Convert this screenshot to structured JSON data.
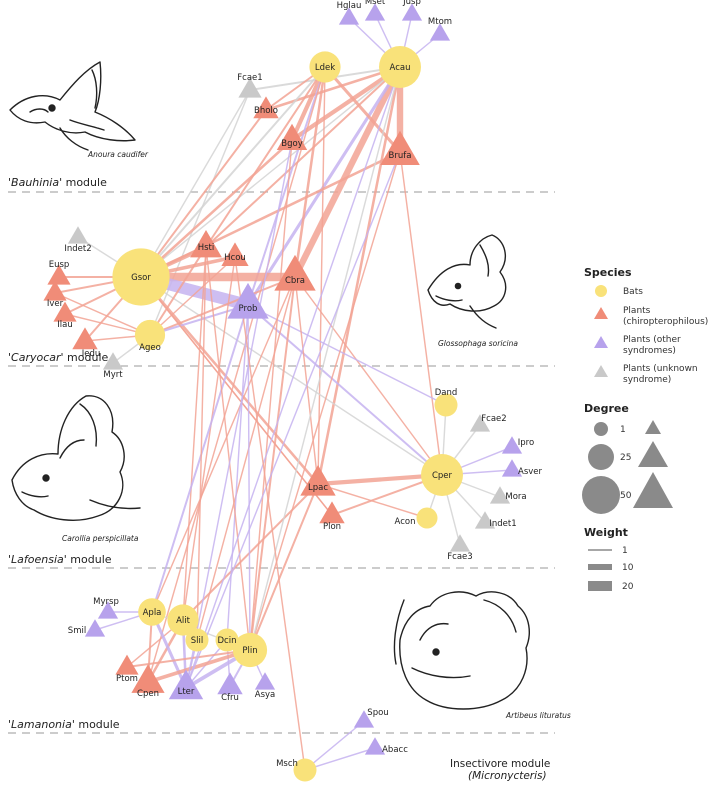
{
  "colors": {
    "bat": "#f9e27a",
    "chiro": "#f08c78",
    "other": "#b7a2ec",
    "unknown": "#c9c9c9",
    "edge_chiro": "#f2a394",
    "edge_other": "#c5b3f0",
    "edge_unknown": "#d3d3d3",
    "divider": "#9a9a9a",
    "legend_gray": "#8a8a8a"
  },
  "modules": [
    {
      "label_prefix": "'",
      "label_italic": "Bauhinia",
      "label_suffix": "' module"
    },
    {
      "label_prefix": "'",
      "label_italic": "Caryocar",
      "label_suffix": "' module"
    },
    {
      "label_prefix": "'",
      "label_italic": "Lafoensia",
      "label_suffix": "' module"
    },
    {
      "label_prefix": "'",
      "label_italic": "Lamanonia",
      "label_suffix": "' module"
    }
  ],
  "insectivore": {
    "line1": "Insectivore module",
    "line2": "(Micronycteris)"
  },
  "bat_captions": [
    "Anoura caudifer",
    "Glossophaga soricina",
    "Carollia perspicillata",
    "Artibeus lituratus"
  ],
  "legend": {
    "species_title": "Species",
    "species_items": [
      {
        "kind": "bat",
        "label": "Bats"
      },
      {
        "kind": "chiro",
        "label": "Plants",
        "label2": "(chiropterophilous)"
      },
      {
        "kind": "other",
        "label": "Plants (other",
        "label2": "syndromes)"
      },
      {
        "kind": "unknown",
        "label": "Plants (unknown",
        "label2": "syndrome)"
      }
    ],
    "degree_title": "Degree",
    "degree_items": [
      "1",
      "25",
      "50"
    ],
    "weight_title": "Weight",
    "weight_items": [
      "1",
      "10",
      "20"
    ]
  },
  "nodes": [
    {
      "id": "Ldek",
      "type": "bat",
      "deg": 9
    },
    {
      "id": "Acau",
      "type": "bat",
      "deg": 22
    },
    {
      "id": "Hglau",
      "type": "other",
      "deg": 1
    },
    {
      "id": "Mset",
      "type": "other",
      "deg": 1
    },
    {
      "id": "Jusp",
      "type": "other",
      "deg": 1
    },
    {
      "id": "Mtom",
      "type": "other",
      "deg": 1
    },
    {
      "id": "Fcae1",
      "type": "unknown",
      "deg": 2
    },
    {
      "id": "Bholo",
      "type": "chiro",
      "deg": 3
    },
    {
      "id": "Bgoy",
      "type": "chiro",
      "deg": 6
    },
    {
      "id": "Brufa",
      "type": "chiro",
      "deg": 14
    },
    {
      "id": "Indet2",
      "type": "unknown",
      "deg": 1
    },
    {
      "id": "Gsor",
      "type": "bat",
      "deg": 50
    },
    {
      "id": "Hsti",
      "type": "chiro",
      "deg": 7
    },
    {
      "id": "Hcou",
      "type": "chiro",
      "deg": 4
    },
    {
      "id": "Cbra",
      "type": "chiro",
      "deg": 16
    },
    {
      "id": "Eusp",
      "type": "chiro",
      "deg": 2
    },
    {
      "id": "Prob",
      "type": "other",
      "deg": 16
    },
    {
      "id": "Iver",
      "type": "chiro",
      "deg": 2
    },
    {
      "id": "Ilau",
      "type": "chiro",
      "deg": 2
    },
    {
      "id": "Iedu",
      "type": "chiro",
      "deg": 3
    },
    {
      "id": "Ageo",
      "type": "bat",
      "deg": 8
    },
    {
      "id": "Myrt",
      "type": "unknown",
      "deg": 1
    },
    {
      "id": "Dand",
      "type": "bat",
      "deg": 3
    },
    {
      "id": "Fcae2",
      "type": "unknown",
      "deg": 1
    },
    {
      "id": "Ipro",
      "type": "other",
      "deg": 1
    },
    {
      "id": "Cper",
      "type": "bat",
      "deg": 22
    },
    {
      "id": "Asver",
      "type": "other",
      "deg": 1
    },
    {
      "id": "Lpac",
      "type": "chiro",
      "deg": 10
    },
    {
      "id": "Mora",
      "type": "unknown",
      "deg": 1
    },
    {
      "id": "Plon",
      "type": "chiro",
      "deg": 3
    },
    {
      "id": "Acon",
      "type": "bat",
      "deg": 2
    },
    {
      "id": "Indet1",
      "type": "unknown",
      "deg": 1
    },
    {
      "id": "Fcae3",
      "type": "unknown",
      "deg": 1
    },
    {
      "id": "Myrsp",
      "type": "other",
      "deg": 1
    },
    {
      "id": "Apla",
      "type": "bat",
      "deg": 6
    },
    {
      "id": "Alit",
      "type": "bat",
      "deg": 9
    },
    {
      "id": "Smil",
      "type": "other",
      "deg": 1
    },
    {
      "id": "Slil",
      "type": "bat",
      "deg": 3
    },
    {
      "id": "Dcin",
      "type": "bat",
      "deg": 3
    },
    {
      "id": "Plin",
      "type": "bat",
      "deg": 12
    },
    {
      "id": "Ptom",
      "type": "chiro",
      "deg": 2
    },
    {
      "id": "Cpen",
      "type": "chiro",
      "deg": 8
    },
    {
      "id": "Lter",
      "type": "other",
      "deg": 9
    },
    {
      "id": "Cfru",
      "type": "other",
      "deg": 3
    },
    {
      "id": "Asya",
      "type": "other",
      "deg": 1
    },
    {
      "id": "Spou",
      "type": "other",
      "deg": 1
    },
    {
      "id": "Msch",
      "type": "bat",
      "deg": 3
    },
    {
      "id": "Abacc",
      "type": "other",
      "deg": 1
    }
  ],
  "edges": [
    {
      "s": "Acau",
      "t": "Hglau",
      "w": 1
    },
    {
      "s": "Acau",
      "t": "Mset",
      "w": 1
    },
    {
      "s": "Acau",
      "t": "Jusp",
      "w": 1
    },
    {
      "s": "Acau",
      "t": "Mtom",
      "w": 1
    },
    {
      "s": "Acau",
      "t": "Brufa",
      "w": 10
    },
    {
      "s": "Acau",
      "t": "Bgoy",
      "w": 6
    },
    {
      "s": "Acau",
      "t": "Bholo",
      "w": 3
    },
    {
      "s": "Acau",
      "t": "Fcae1",
      "w": 2
    },
    {
      "s": "Acau",
      "t": "Cbra",
      "w": 10
    },
    {
      "s": "Acau",
      "t": "Prob",
      "w": 4
    },
    {
      "s": "Acau",
      "t": "Lpac",
      "w": 3
    },
    {
      "s": "Acau",
      "t": "Hsti",
      "w": 2
    },
    {
      "s": "Acau",
      "t": "Gsor",
      "w": 1
    },
    {
      "s": "Ldek",
      "t": "Bgoy",
      "w": 6
    },
    {
      "s": "Ldek",
      "t": "Bholo",
      "w": 2
    },
    {
      "s": "Ldek",
      "t": "Brufa",
      "w": 4
    },
    {
      "s": "Ldek",
      "t": "Cbra",
      "w": 3
    },
    {
      "s": "Ldek",
      "t": "Hsti",
      "w": 2
    },
    {
      "s": "Ldek",
      "t": "Prob",
      "w": 2
    },
    {
      "s": "Ldek",
      "t": "Gsor",
      "w": 2
    },
    {
      "s": "Ldek",
      "t": "Lpac",
      "w": 1
    },
    {
      "s": "Ldek",
      "t": "Cpen",
      "w": 1
    },
    {
      "s": "Fcae1",
      "t": "Gsor",
      "w": 1
    },
    {
      "s": "Fcae1",
      "t": "Ageo",
      "w": 1
    },
    {
      "s": "Gsor",
      "t": "Bholo",
      "w": 2
    },
    {
      "s": "Gsor",
      "t": "Bgoy",
      "w": 3
    },
    {
      "s": "Gsor",
      "t": "Brufa",
      "w": 3
    },
    {
      "s": "Gsor",
      "t": "Indet2",
      "w": 1
    },
    {
      "s": "Gsor",
      "t": "Eusp",
      "w": 2
    },
    {
      "s": "Gsor",
      "t": "Iver",
      "w": 2
    },
    {
      "s": "Gsor",
      "t": "Ilau",
      "w": 2
    },
    {
      "s": "Gsor",
      "t": "Iedu",
      "w": 2
    },
    {
      "s": "Gsor",
      "t": "Hsti",
      "w": 6
    },
    {
      "s": "Gsor",
      "t": "Hcou",
      "w": 5
    },
    {
      "s": "Gsor",
      "t": "Cbra",
      "w": 14
    },
    {
      "s": "Gsor",
      "t": "Prob",
      "w": 20
    },
    {
      "s": "Gsor",
      "t": "Lpac",
      "w": 3
    },
    {
      "s": "Gsor",
      "t": "Plon",
      "w": 1
    },
    {
      "s": "Gsor",
      "t": "Cper",
      "w": 1
    },
    {
      "s": "Ageo",
      "t": "Iver",
      "w": 1
    },
    {
      "s": "Ageo",
      "t": "Ilau",
      "w": 1
    },
    {
      "s": "Ageo",
      "t": "Iedu",
      "w": 1
    },
    {
      "s": "Ageo",
      "t": "Myrt",
      "w": 1
    },
    {
      "s": "Ageo",
      "t": "Hsti",
      "w": 2
    },
    {
      "s": "Ageo",
      "t": "Cbra",
      "w": 2
    },
    {
      "s": "Ageo",
      "t": "Prob",
      "w": 2
    },
    {
      "s": "Ageo",
      "t": "Hcou",
      "w": 1
    },
    {
      "s": "Cper",
      "t": "Dand",
      "w": 1
    },
    {
      "s": "Cper",
      "t": "Fcae2",
      "w": 1
    },
    {
      "s": "Cper",
      "t": "Ipro",
      "w": 1
    },
    {
      "s": "Cper",
      "t": "Asver",
      "w": 1
    },
    {
      "s": "Cper",
      "t": "Mora",
      "w": 1
    },
    {
      "s": "Cper",
      "t": "Indet1",
      "w": 1
    },
    {
      "s": "Cper",
      "t": "Fcae3",
      "w": 1
    },
    {
      "s": "Cper",
      "t": "Acon",
      "w": 1
    },
    {
      "s": "Cper",
      "t": "Lpac",
      "w": 6
    },
    {
      "s": "Cper",
      "t": "Plon",
      "w": 2
    },
    {
      "s": "Cper",
      "t": "Prob",
      "w": 2
    },
    {
      "s": "Cper",
      "t": "Cbra",
      "w": 1
    },
    {
      "s": "Cper",
      "t": "Brufa",
      "w": 1
    },
    {
      "s": "Dand",
      "t": "Prob",
      "w": 1
    },
    {
      "s": "Acon",
      "t": "Lpac",
      "w": 1
    },
    {
      "s": "Lpac",
      "t": "Alit",
      "w": 2
    },
    {
      "s": "Lpac",
      "t": "Cbra",
      "w": 1
    },
    {
      "s": "Plon",
      "t": "Gsor",
      "w": 1
    },
    {
      "s": "Alit",
      "t": "Hsti",
      "w": 1
    },
    {
      "s": "Alit",
      "t": "Cpen",
      "w": 3
    },
    {
      "s": "Alit",
      "t": "Ptom",
      "w": 1
    },
    {
      "s": "Alit",
      "t": "Lter",
      "w": 3
    },
    {
      "s": "Alit",
      "t": "Hcou",
      "w": 1
    },
    {
      "s": "Apla",
      "t": "Myrsp",
      "w": 1
    },
    {
      "s": "Apla",
      "t": "Smil",
      "w": 1
    },
    {
      "s": "Apla",
      "t": "Lter",
      "w": 4
    },
    {
      "s": "Apla",
      "t": "Cpen",
      "w": 2
    },
    {
      "s": "Apla",
      "t": "Prob",
      "w": 2
    },
    {
      "s": "Apla",
      "t": "Cbra",
      "w": 1
    },
    {
      "s": "Apla",
      "t": "Plin",
      "w": 1
    },
    {
      "s": "Slil",
      "t": "Lter",
      "w": 1
    },
    {
      "s": "Slil",
      "t": "Hsti",
      "w": 1
    },
    {
      "s": "Slil",
      "t": "Cbra",
      "w": 1
    },
    {
      "s": "Dcin",
      "t": "Lter",
      "w": 1
    },
    {
      "s": "Dcin",
      "t": "Cfru",
      "w": 1
    },
    {
      "s": "Dcin",
      "t": "Prob",
      "w": 1
    },
    {
      "s": "Plin",
      "t": "Cpen",
      "w": 5
    },
    {
      "s": "Plin",
      "t": "Ptom",
      "w": 2
    },
    {
      "s": "Plin",
      "t": "Lter",
      "w": 5
    },
    {
      "s": "Plin",
      "t": "Cfru",
      "w": 2
    },
    {
      "s": "Plin",
      "t": "Asya",
      "w": 1
    },
    {
      "s": "Plin",
      "t": "Prob",
      "w": 1
    },
    {
      "s": "Plin",
      "t": "Lpac",
      "w": 2
    },
    {
      "s": "Plin",
      "t": "Cbra",
      "w": 2
    },
    {
      "s": "Plin",
      "t": "Hsti",
      "w": 1
    },
    {
      "s": "Plin",
      "t": "Bgoy",
      "w": 1
    },
    {
      "s": "Plin",
      "t": "Brufa",
      "w": 1
    },
    {
      "s": "Plin",
      "t": "Acau",
      "w": 1
    },
    {
      "s": "Lter",
      "t": "Acau",
      "w": 1
    },
    {
      "s": "Lter",
      "t": "Brufa",
      "w": 1
    },
    {
      "s": "Lter",
      "t": "Bgoy",
      "w": 1
    },
    {
      "s": "Msch",
      "t": "Spou",
      "w": 1
    },
    {
      "s": "Msch",
      "t": "Abacc",
      "w": 1
    },
    {
      "s": "Msch",
      "t": "Hcou",
      "w": 1
    }
  ]
}
